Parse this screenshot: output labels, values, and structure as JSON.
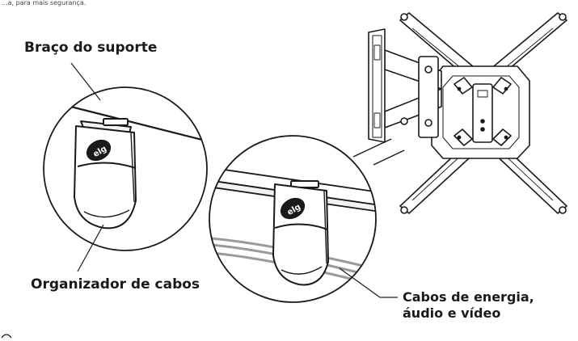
{
  "top_caption": "...a, para mais segurança.",
  "labels": {
    "arm": "Braço do suporte",
    "organizer": "Organizador de cabos",
    "cables_line1": "Cabos de energia,",
    "cables_line2": "áudio e vídeo"
  },
  "brand_mark": "elg",
  "colors": {
    "stroke": "#1a1a1a",
    "cable": "#9a9a9a",
    "background": "#ffffff"
  }
}
